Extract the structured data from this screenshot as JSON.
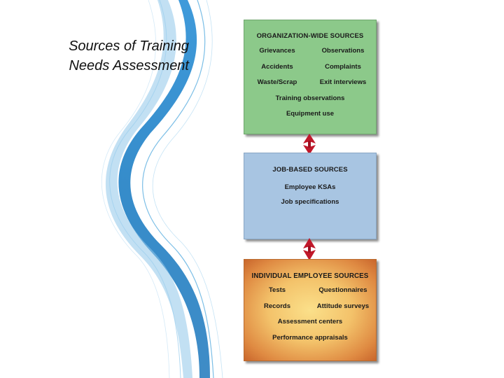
{
  "slide": {
    "title_line1": "Sources of Training",
    "title_line2": "Needs Assessment"
  },
  "colors": {
    "org_box": "#8cc98a",
    "job_box": "#a8c5e2",
    "individual_box": "#f3c26a",
    "arrow": "#c0182a",
    "wave": "#1f7fc4"
  },
  "diagram": {
    "organization": {
      "title": "ORGANIZATION-WIDE SOURCES",
      "pairs": [
        [
          "Grievances",
          "Observations"
        ],
        [
          "Accidents",
          "Complaints"
        ],
        [
          "Waste/Scrap",
          "Exit interviews"
        ]
      ],
      "singles": [
        "Training observations",
        "Equipment use"
      ]
    },
    "job": {
      "title": "JOB-BASED SOURCES",
      "singles": [
        "Employee KSAs",
        "Job specifications"
      ]
    },
    "individual": {
      "title": "INDIVIDUAL EMPLOYEE SOURCES",
      "pairs": [
        [
          "Tests",
          "Questionnaires"
        ],
        [
          "Records",
          "Attitude surveys"
        ]
      ],
      "singles": [
        "Assessment centers",
        "Performance appraisals"
      ]
    }
  }
}
